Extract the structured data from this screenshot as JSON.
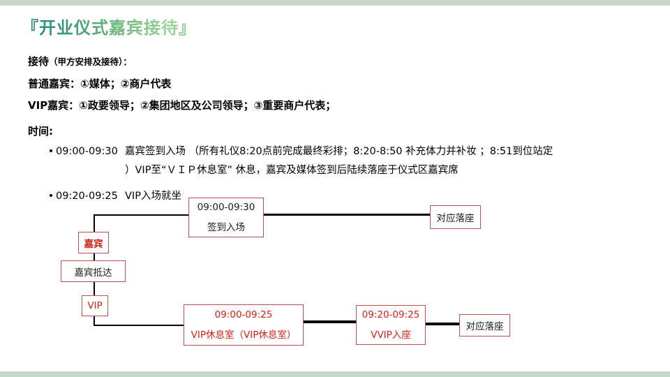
{
  "slide": {
    "title": "『开业仪式嘉宾接待』",
    "colors": {
      "title_gradient_start": "#1f887a",
      "title_gradient_end": "#9ed49c",
      "edge_band": "#c7d5c7",
      "box_border": "#b85450",
      "box_red_text": "#d02318",
      "connector": "#000000"
    }
  },
  "content": {
    "reception_label": "接待",
    "reception_note": "（甲方安排及接待）：",
    "guest_line": "普通嘉宾：①媒体；②商户代表",
    "vip_line": "VIP嘉宾：①政要领导；②集团地区及公司领导；③重要商户代表；",
    "time_label": "时间:",
    "bullets": [
      {
        "mark": "•",
        "time": "09:00-09:30",
        "lines": [
          "嘉宾签到入场 （所有礼仪8:20点前完成最终彩排；8:20-8:50 补充体力并补妆 ；8:51到位站定",
          "）VIP至“ＶＩＰ休息室” 休息，嘉宾及媒体签到后陆续落座于仪式区嘉宾席"
        ]
      },
      {
        "mark": "•",
        "time": "09:20-09:25",
        "lines": [
          "VIP入场就坐"
        ]
      }
    ]
  },
  "flowchart": {
    "signin": {
      "line1": "09:00-09:30",
      "line2": "签到入场"
    },
    "seat1": {
      "label": "对应落座"
    },
    "guest": {
      "label": "嘉宾"
    },
    "arrive": {
      "label": "嘉宾抵达"
    },
    "vip": {
      "label": "VIP"
    },
    "lounge": {
      "line1": "09:00-09:25",
      "line2": "VIP休息室（VIP休息室）"
    },
    "vvip": {
      "line1": "09:20-09:25",
      "line2": "VVIP入座"
    },
    "seat2": {
      "label": "对应落座"
    }
  }
}
